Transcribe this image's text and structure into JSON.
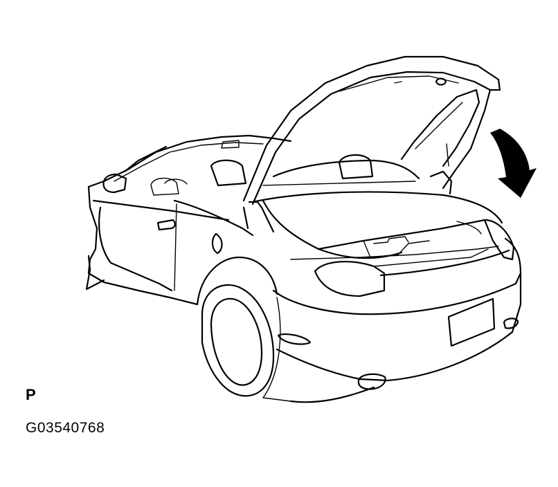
{
  "diagram": {
    "subject": "car-trunk-lid-open",
    "arrow_direction": "down-close",
    "line_color": "#000000",
    "background_color": "#ffffff"
  },
  "labels": {
    "marker": "P",
    "figure_id": "G03540768"
  }
}
